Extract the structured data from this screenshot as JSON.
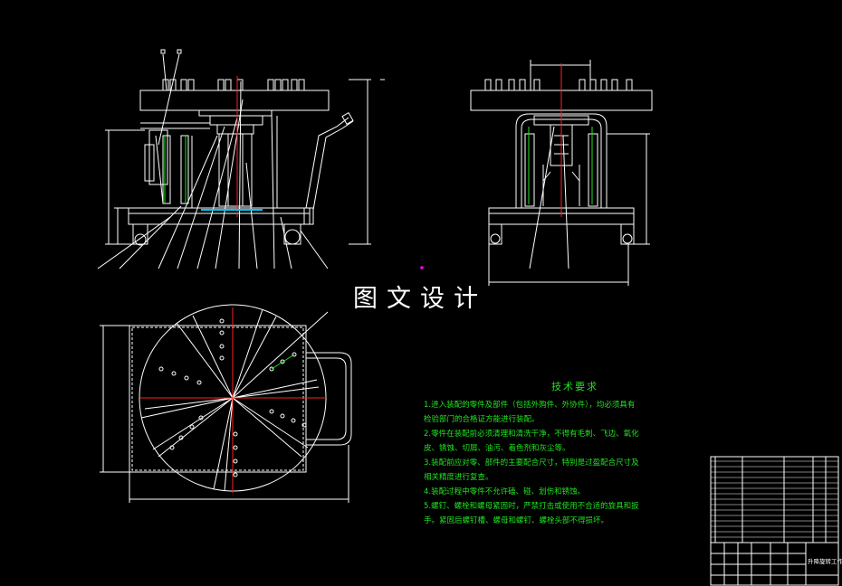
{
  "title_watermark": "图文设计",
  "notes": {
    "title": "技术要求",
    "items": [
      "1.进入装配的零件及部件（包括外购件、外协件），均必须具有",
      "  检验部门的合格证方能进行装配。",
      "2.零件在装配前必须清理和清洗干净，不得有毛刺、飞边、氧化",
      "  皮、锈蚀、切屑、油污、着色剂和灰尘等。",
      "3.装配前应对零、部件的主要配合尺寸，特别是过盈配合尺寸及",
      "  相关精度进行复查。",
      "4.装配过程中零件不允许磕、碰、划伤和锈蚀。",
      "5.螺钉、螺栓和螺母紧固时，严禁打击或使用不合适的旋具和扳",
      "  手。紧固后螺钉槽、螺母和螺钉、螺栓头部不得损坏。"
    ]
  },
  "title_block": {
    "name": "升降旋转工作台"
  },
  "colors": {
    "background": "#000000",
    "lines": "#ffffff",
    "centerline": "#ff2020",
    "hatch": "#22e022",
    "highlight": "#00c8ff",
    "marker": "#ff00ff"
  }
}
